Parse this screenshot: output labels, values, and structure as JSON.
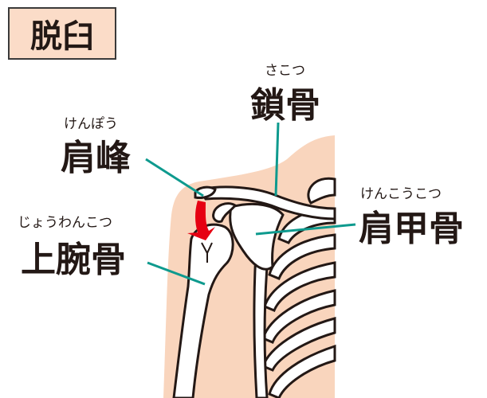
{
  "title": "脱臼",
  "labels": {
    "clavicle": {
      "reading": "さこつ",
      "name": "鎖骨"
    },
    "acromion": {
      "reading": "けんぽう",
      "name": "肩峰"
    },
    "humerus": {
      "reading": "じょうわんこつ",
      "name": "上腕骨"
    },
    "scapula": {
      "reading": "けんこうこつ",
      "name": "肩甲骨"
    }
  },
  "colors": {
    "skin": "#f9d5bd",
    "leader": "#0e9a8e",
    "arrow": "#e60012",
    "bone_outline": "#231815"
  }
}
